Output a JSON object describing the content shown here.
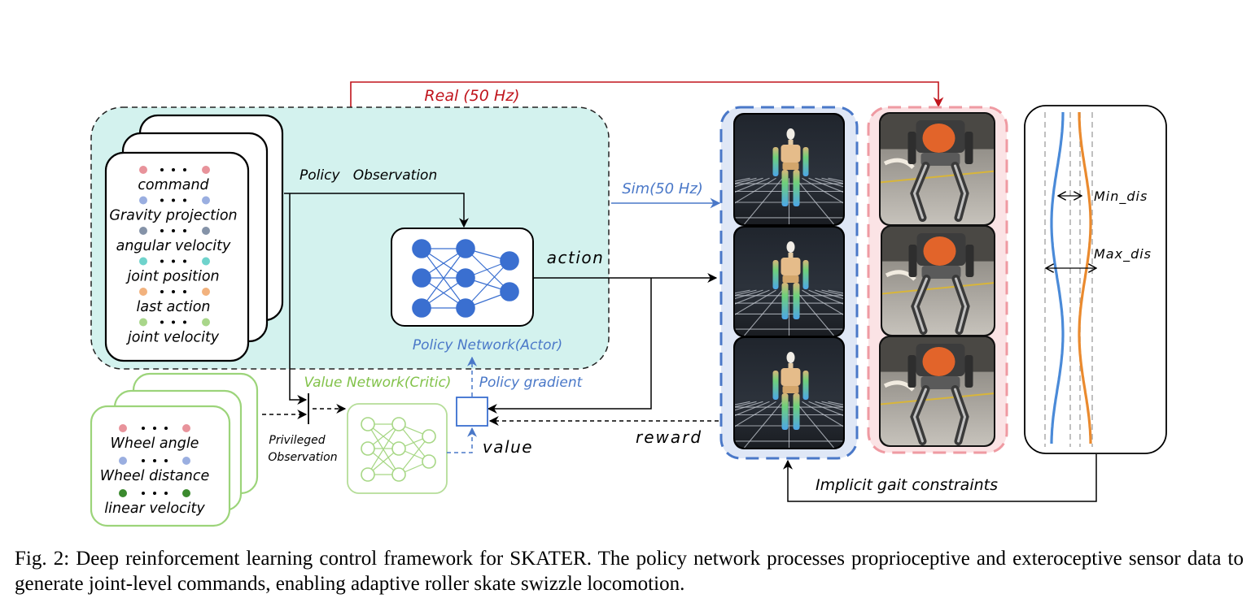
{
  "labels": {
    "real_link": "Real (50 Hz)",
    "sim_link": "Sim(50 Hz)",
    "policy_observation": "Policy   Observation",
    "action": "action",
    "policy_network": "Policy Network(Actor)",
    "value_network": "Value Network(Critic)",
    "policy_gradient": "Policy gradient",
    "privileged_line1": "Privileged",
    "privileged_line2": "Observation",
    "value": "value",
    "reward": "reward",
    "implicit_gait": "Implicit gait constraints",
    "min_dis": "Min_dis",
    "max_dis": "Max_dis"
  },
  "policy_obs_items": [
    {
      "label": "command",
      "dot_color": "#e8939b"
    },
    {
      "label": "Gravity projection",
      "dot_color": "#9aaee0"
    },
    {
      "label": "angular velocity",
      "dot_color": "#8593a8"
    },
    {
      "label": "joint position",
      "dot_color": "#6fd3cc"
    },
    {
      "label": "last action",
      "dot_color": "#f2b27e"
    },
    {
      "label": "joint velocity",
      "dot_color": "#a9d68a"
    }
  ],
  "privileged_obs_items": [
    {
      "label": "Wheel angle",
      "dot_color": "#e8939b"
    },
    {
      "label": "Wheel distance",
      "dot_color": "#9aaee0"
    },
    {
      "label": "linear velocity",
      "dot_color": "#3b8a2e"
    }
  ],
  "colors": {
    "real": "#c0141c",
    "sim": "#4a78c8",
    "critic": "#82c24a",
    "actor_node": "#3a6fd0",
    "actor_label": "#4a78c8",
    "panel_fill": "#d3f2ee",
    "sim_frame": "#4a78c8",
    "sim_fill": "#dfe7f6",
    "real_frame": "#ef9aa2",
    "real_fill": "#fbe3e5",
    "gait_blue": "#4a8ad8",
    "gait_orange": "#ea8a2e"
  },
  "caption": "Fig. 2: Deep reinforcement learning control framework for SKATER. The policy network processes proprioceptive and exteroceptive sensor data to generate joint-level commands, enabling adaptive roller skate swizzle locomotion."
}
